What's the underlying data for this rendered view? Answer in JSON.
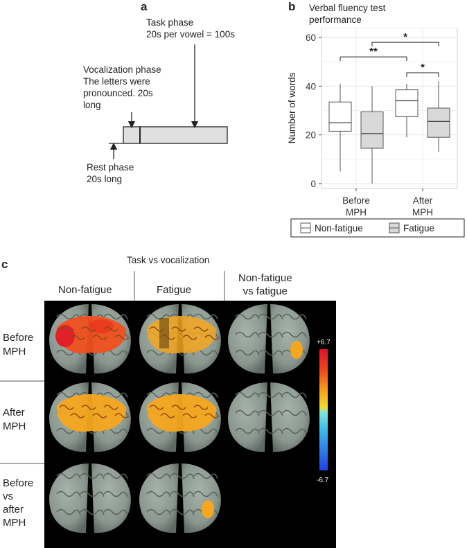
{
  "panel_a": {
    "letter": "a",
    "task_phase": [
      "Task phase",
      "20s per vowel = 100s"
    ],
    "vocalization_phase": [
      "Vocalization phase",
      "The letters were",
      "pronounced. 20s",
      "long"
    ],
    "rest_phase": [
      "Rest phase",
      "20s long"
    ]
  },
  "panel_b": {
    "letter": "b",
    "chart_data": {
      "type": "box",
      "title": [
        "Verbal fluency test",
        "performance"
      ],
      "ylabel": "Number of words",
      "ylim": [
        -2,
        64
      ],
      "yticks": [
        0,
        20,
        40,
        60
      ],
      "categories": [
        [
          "Before",
          "MPH"
        ],
        [
          "After",
          "MPH"
        ]
      ],
      "series": [
        {
          "name": "Non-fatigue",
          "color": "#ffffff",
          "boxes": [
            {
              "min": 5,
              "q1": 21.5,
              "median": 25,
              "q3": 33.5,
              "max": 41
            },
            {
              "min": 19,
              "q1": 27.5,
              "median": 34,
              "q3": 38.5,
              "max": 41
            }
          ]
        },
        {
          "name": "Fatigue",
          "color": "#d9d9d9",
          "boxes": [
            {
              "min": 0,
              "q1": 14.5,
              "median": 20.5,
              "q3": 29.5,
              "max": 40
            },
            {
              "min": 13,
              "q1": 19,
              "median": 25.5,
              "q3": 31,
              "max": 42
            }
          ]
        }
      ],
      "significance": [
        {
          "label": "**",
          "y": 52
        },
        {
          "label": "*",
          "y": 58
        },
        {
          "label": "*",
          "y": 45.5
        }
      ],
      "legend_position": "bottom",
      "grid": true
    }
  },
  "panel_c": {
    "letter": "c",
    "top_header": "Task vs vocalization",
    "col_headers": [
      "Non-fatigue",
      "Fatigue",
      [
        "Non-fatigue",
        "vs fatigue"
      ]
    ],
    "row_headers": [
      [
        "Before",
        "MPH"
      ],
      [
        "After",
        "MPH"
      ],
      [
        "Before",
        "vs",
        "after",
        "MPH"
      ]
    ],
    "colorbar": {
      "max_label": "+6.7",
      "min_label": "-6.7"
    },
    "brain_cells": [
      {
        "row": 0,
        "col": 0,
        "activation": "high"
      },
      {
        "row": 0,
        "col": 1,
        "activation": "medium"
      },
      {
        "row": 0,
        "col": 2,
        "activation": "spot"
      },
      {
        "row": 1,
        "col": 0,
        "activation": "wide"
      },
      {
        "row": 1,
        "col": 1,
        "activation": "wide"
      },
      {
        "row": 1,
        "col": 2,
        "activation": "none"
      },
      {
        "row": 2,
        "col": 0,
        "activation": "none"
      },
      {
        "row": 2,
        "col": 1,
        "activation": "spot"
      }
    ]
  }
}
